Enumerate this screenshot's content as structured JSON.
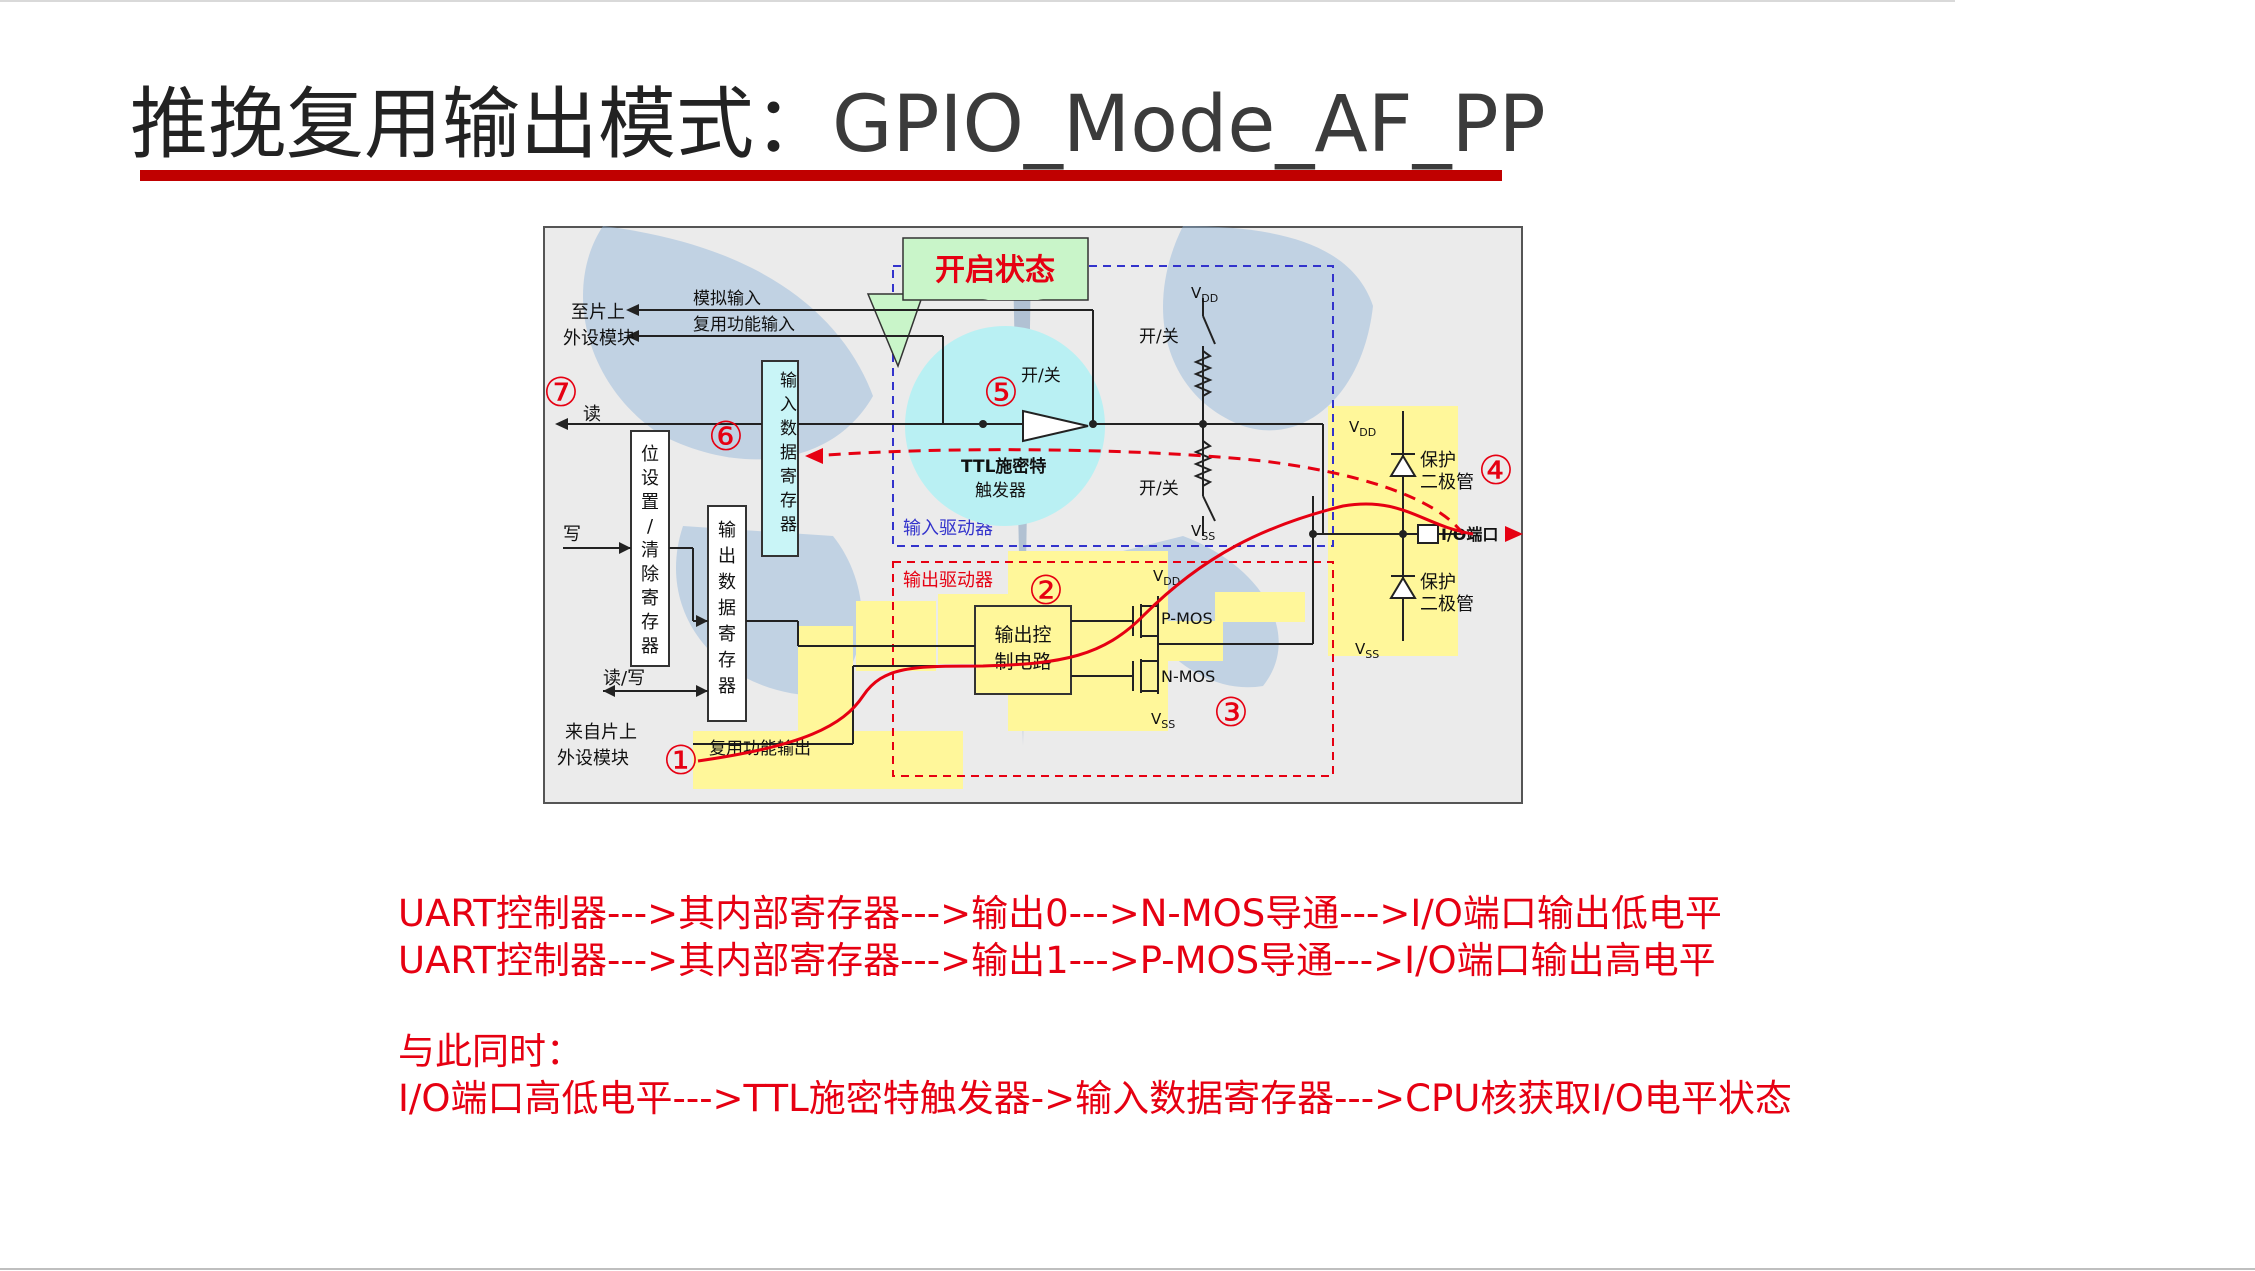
{
  "slide": {
    "title_cn": "推挽复用输出模式：",
    "title_mode": "GPIO_Mode_AF_PP"
  },
  "diagram": {
    "callout": "开启状态",
    "labels": {
      "to_chip": "至片上\n外设模块",
      "analog_in": "模拟输入",
      "af_in": "复用功能输入",
      "read": "读",
      "write": "写",
      "read_write": "读/写",
      "from_chip": "来自片上\n外设模块",
      "af_out": "复用功能输出",
      "bit_set_reset": "位\n设\n置\n/\n清\n除\n寄\n存\n器",
      "input_data_reg": "输\n入\n数\n据\n寄\n存\n器",
      "output_data_reg": "输\n出\n数\n据\n寄\n存\n器",
      "on_off_top": "开/关",
      "on_off_bottom": "开/关",
      "on_off_center": "开/关",
      "ttl": "TTL施密特",
      "trigger": "触发器",
      "input_driver": "输入驱动器",
      "output_driver": "输出驱动器",
      "output_ctrl": "输出控\n制电路",
      "pmos": "P-MOS",
      "nmos": "N-MOS",
      "vdd": "V",
      "vdd_sub": "DD",
      "vss": "V",
      "vss_sub": "SS",
      "protect_diode": "保护\n二极管",
      "io_port": "I/O端口"
    },
    "markers": [
      "①",
      "②",
      "③",
      "④",
      "⑤",
      "⑥",
      "⑦"
    ],
    "colors": {
      "highlight": "#fff79a",
      "flow": "#e60012",
      "callout_bg": "#c9f5c9",
      "callout_text": "#e60012",
      "bubble": "#b9f0f3",
      "box_fill": "#c9f5f7",
      "driver_in": "#3333cc",
      "driver_out": "#e60012"
    }
  },
  "notes": {
    "line1": "UART控制器--->其内部寄存器--->输出0--->N-MOS导通--->I/O端口输出低电平",
    "line2": "UART控制器--->其内部寄存器--->输出1--->P-MOS导通--->I/O端口输出高电平",
    "line3": "与此同时：",
    "line4": "I/O端口高低电平--->TTL施密特触发器->输入数据寄存器--->CPU核获取I/O电平状态"
  }
}
